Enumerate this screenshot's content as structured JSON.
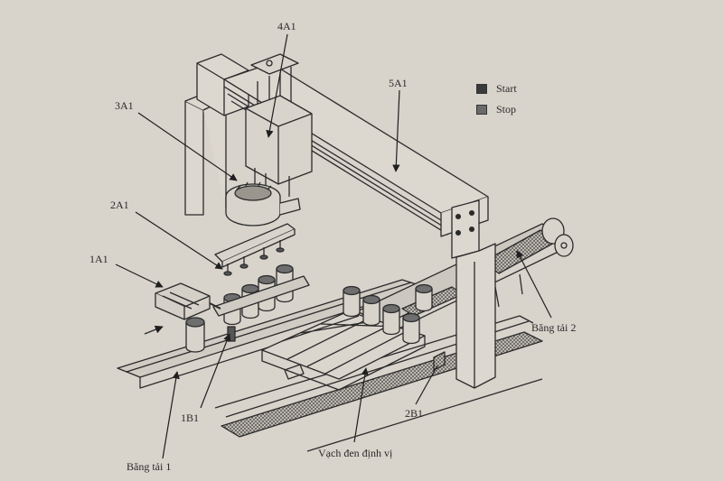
{
  "labels": {
    "a4": "4A1",
    "a3": "3A1",
    "a2": "2A1",
    "a1": "1A1",
    "a5": "5A1",
    "b1": "1B1",
    "b2": "2B1",
    "belt1": "Băng tải 1",
    "belt2": "Băng tải 2",
    "mark": "Vạch đen định vị"
  },
  "legend": [
    {
      "label": "Start",
      "color": "#3a3a3a"
    },
    {
      "label": "Stop",
      "color": "#6a6a6a"
    }
  ]
}
